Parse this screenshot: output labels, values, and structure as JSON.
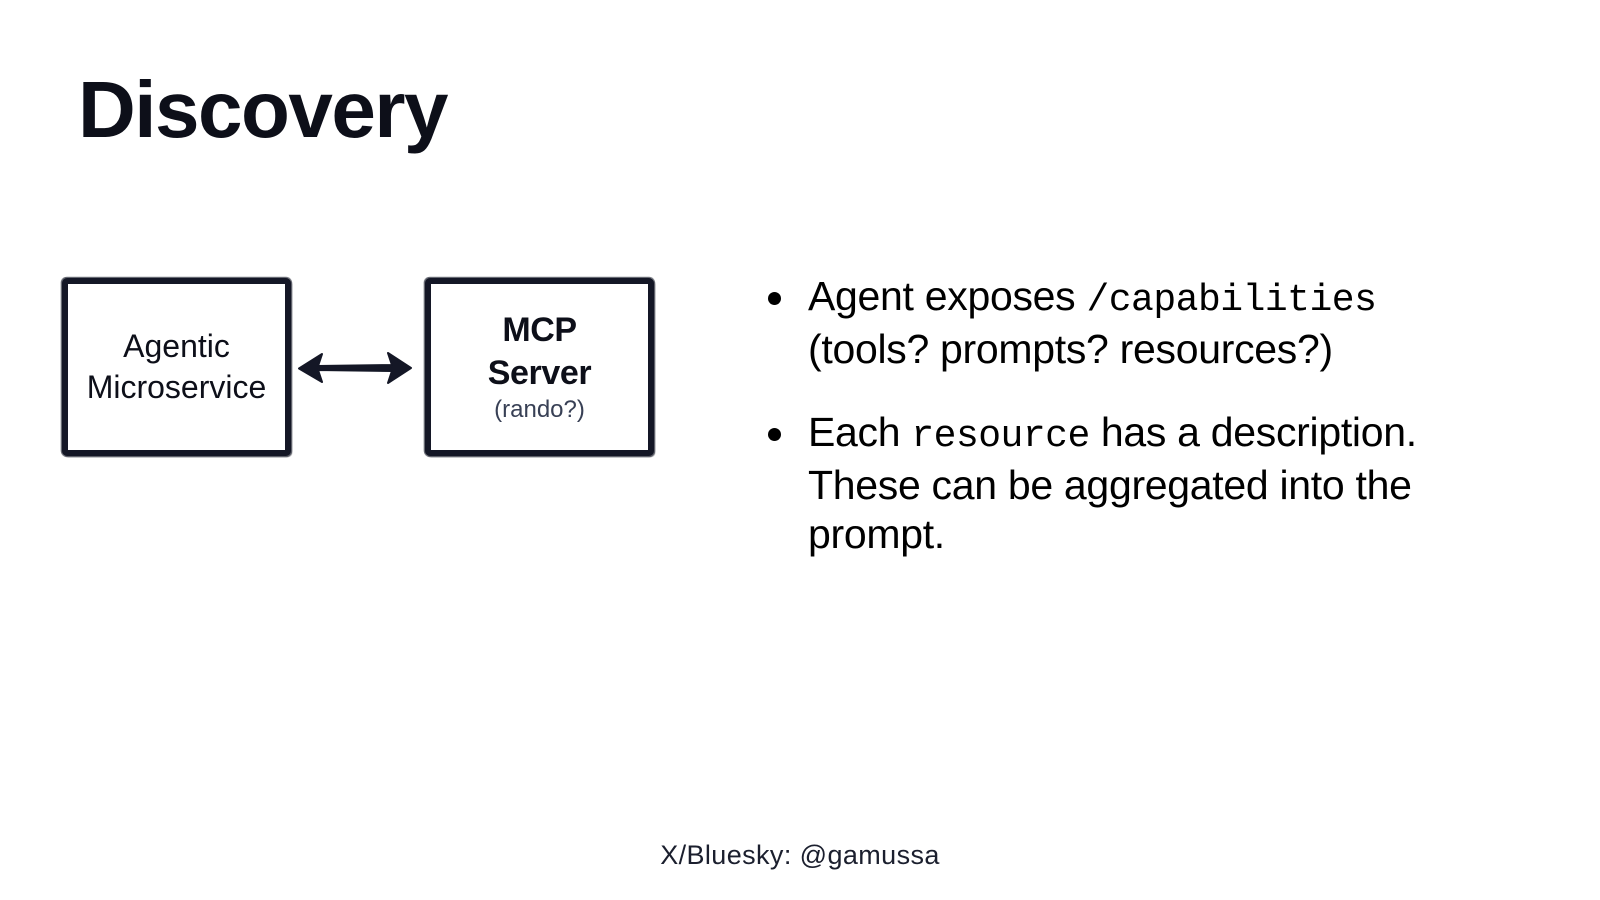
{
  "slide": {
    "title": "Discovery",
    "background_color": "#ffffff",
    "text_color": "#0d0f19"
  },
  "diagram": {
    "boxes": [
      {
        "name": "agentic-microservice",
        "line1": "Agentic",
        "line2": "Microservice",
        "bold": false
      },
      {
        "name": "mcp-server",
        "line1": "MCP",
        "line2": "Server",
        "sub": "(rando?)",
        "bold": true
      }
    ],
    "connector": {
      "type": "double-headed-arrow",
      "label": ""
    },
    "stroke_color": "#141726"
  },
  "bullets": [
    {
      "parts": [
        {
          "text": "Agent exposes ",
          "mono": false
        },
        {
          "text": "/capabilities",
          "mono": true
        },
        {
          "text": " (tools? prompts? resources?)",
          "mono": false
        }
      ]
    },
    {
      "parts": [
        {
          "text": "Each ",
          "mono": false
        },
        {
          "text": "resource",
          "mono": true
        },
        {
          "text": " has a description. These can be aggregated into the prompt.",
          "mono": false
        }
      ]
    }
  ],
  "footer": {
    "handle": "X/Bluesky: @gamussa"
  }
}
